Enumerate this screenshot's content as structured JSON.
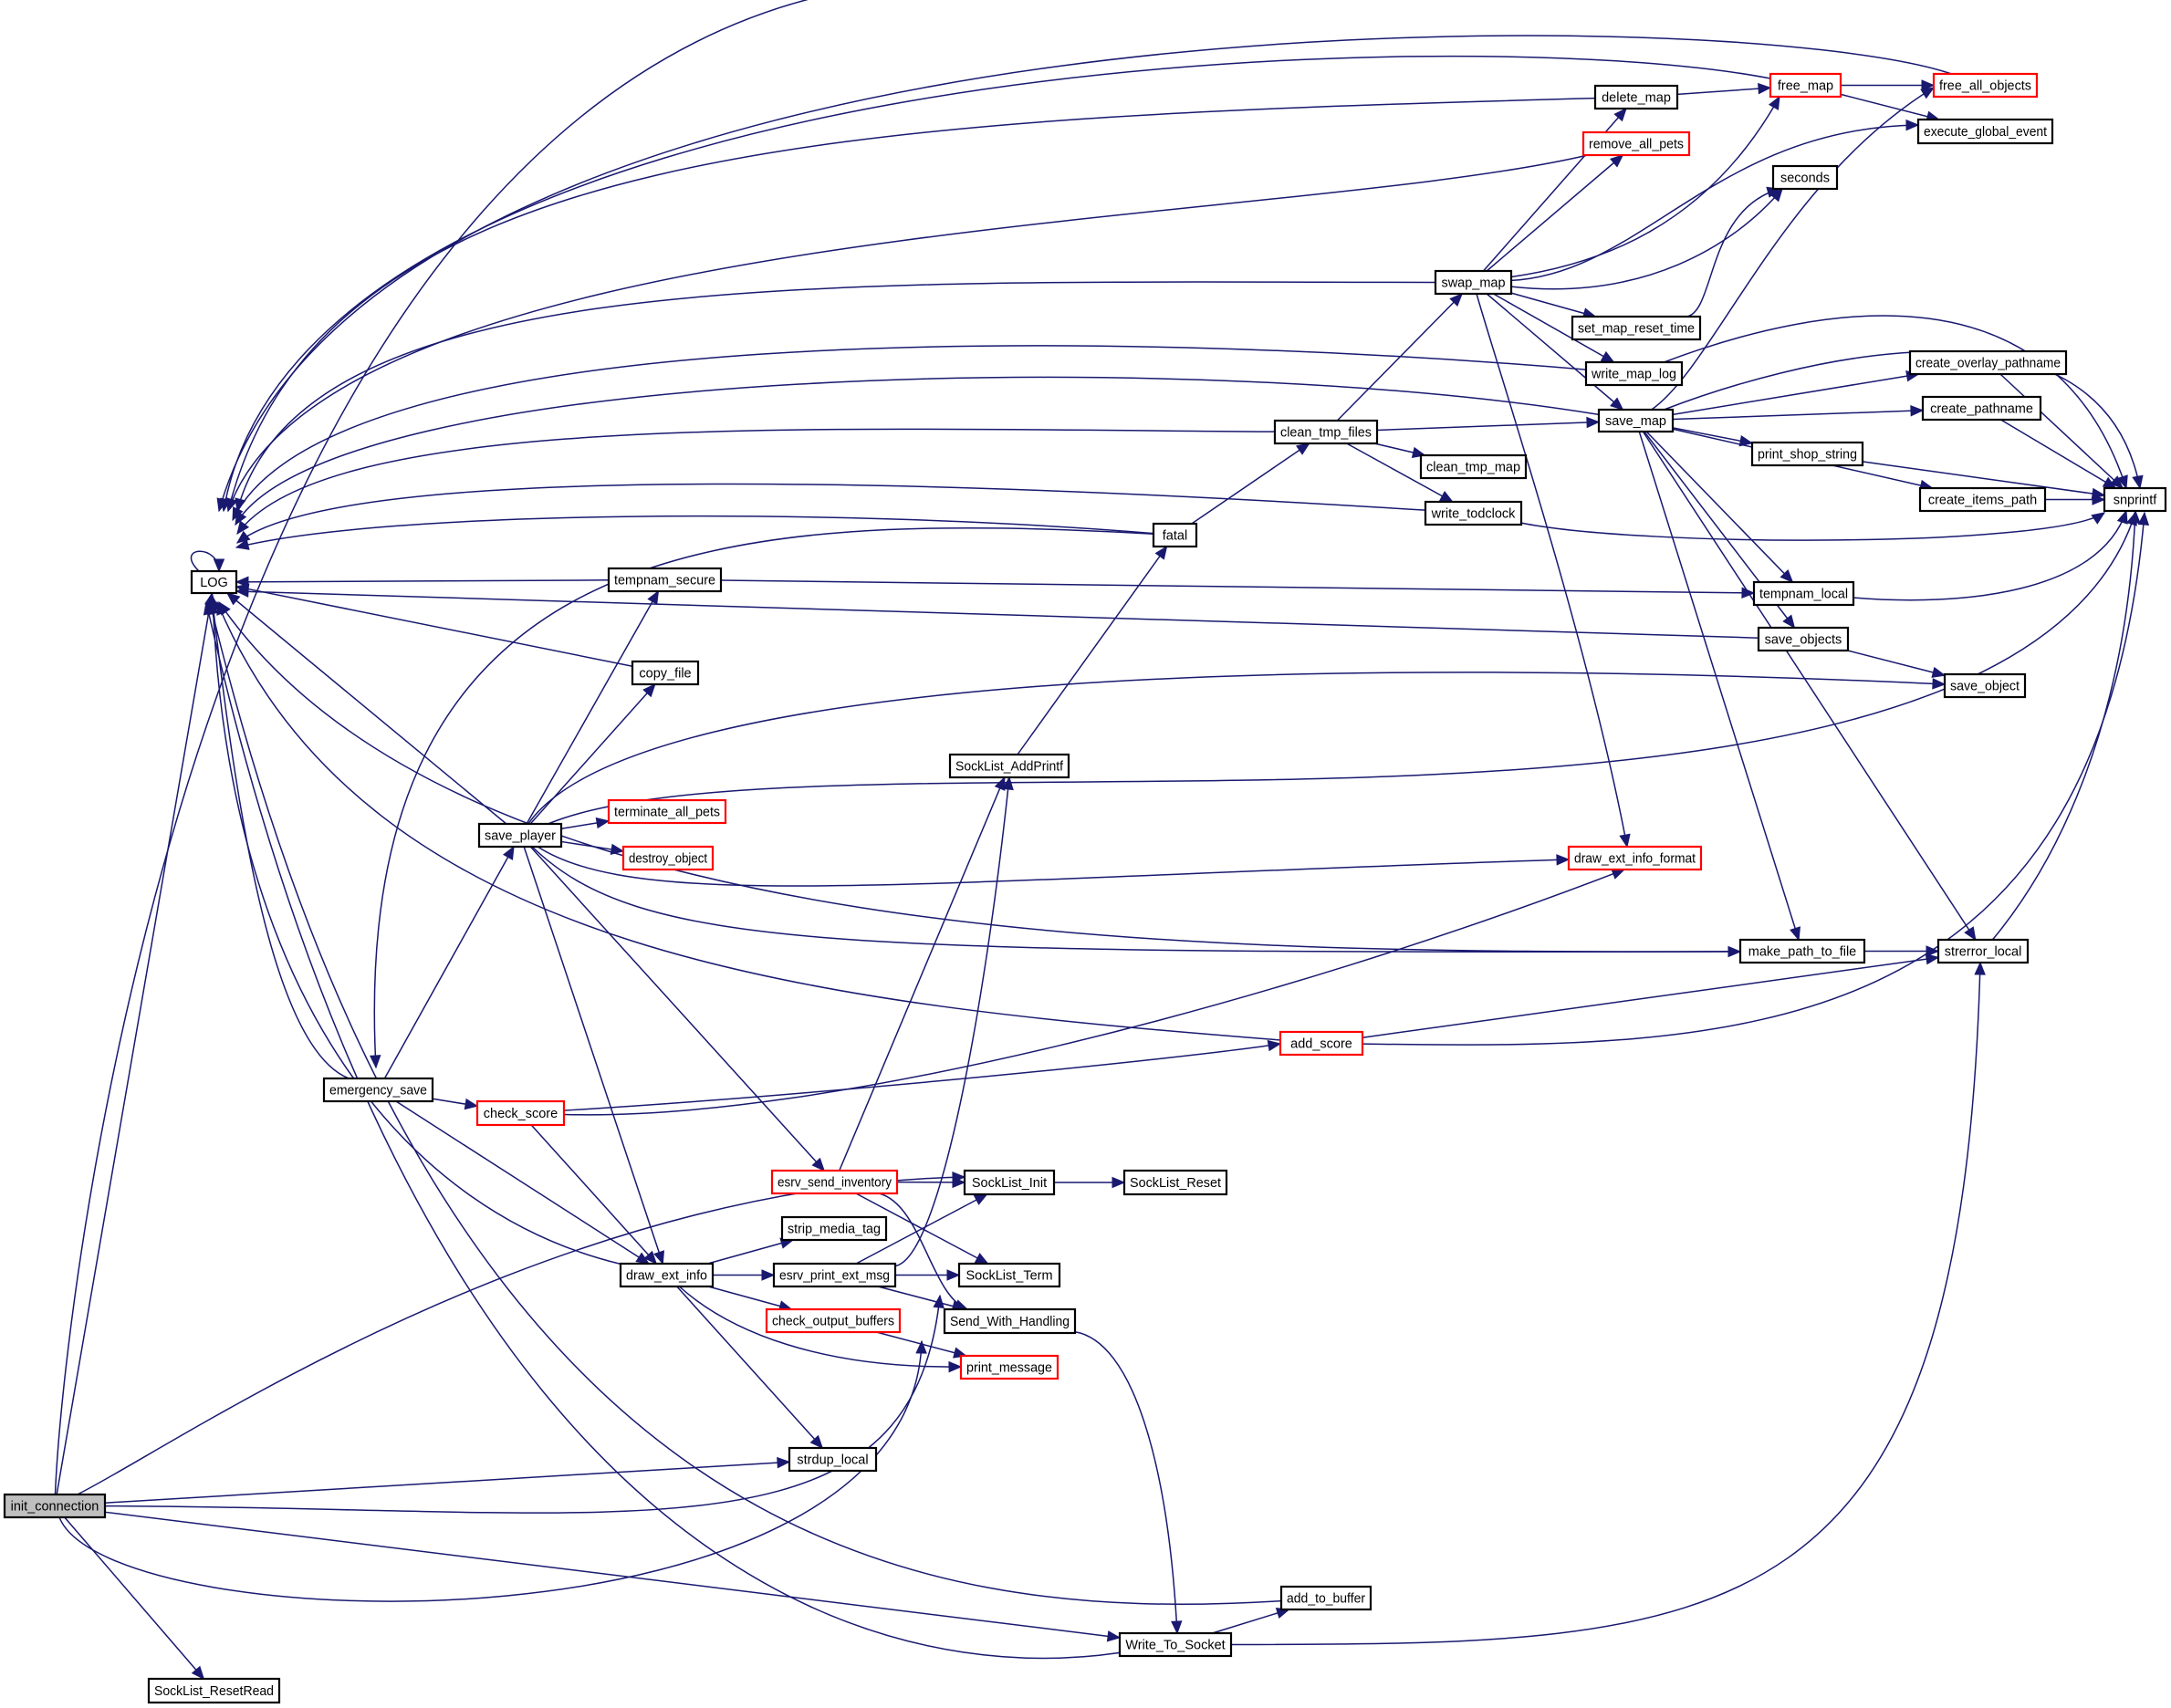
{
  "diagram": {
    "type": "call-graph",
    "root": "init_connection",
    "colors": {
      "edge": "#191970",
      "node_border": "#000000",
      "truncated_node_border": "#ff0000",
      "root_fill": "#bfbfbf",
      "node_fill": "#ffffff"
    },
    "nodes": [
      {
        "id": "LOG",
        "label": "LOG",
        "style": "normal"
      },
      {
        "id": "init_connection",
        "label": "init_connection",
        "style": "root"
      },
      {
        "id": "SockList_ResetRead",
        "label": "SockList_ResetRead",
        "style": "normal"
      },
      {
        "id": "delete_map",
        "label": "delete_map",
        "style": "normal"
      },
      {
        "id": "remove_all_pets",
        "label": "remove_all_pets",
        "style": "truncated"
      },
      {
        "id": "free_map",
        "label": "free_map",
        "style": "truncated"
      },
      {
        "id": "free_all_objects",
        "label": "free_all_objects",
        "style": "truncated"
      },
      {
        "id": "execute_global_event",
        "label": "execute_global_event",
        "style": "normal"
      },
      {
        "id": "seconds",
        "label": "seconds",
        "style": "normal"
      },
      {
        "id": "swap_map",
        "label": "swap_map",
        "style": "normal"
      },
      {
        "id": "set_map_reset_time",
        "label": "set_map_reset_time",
        "style": "normal"
      },
      {
        "id": "write_map_log",
        "label": "write_map_log",
        "style": "normal"
      },
      {
        "id": "save_map",
        "label": "save_map",
        "style": "normal"
      },
      {
        "id": "create_overlay_pathname",
        "label": "create_overlay_pathname",
        "style": "normal"
      },
      {
        "id": "create_pathname",
        "label": "create_pathname",
        "style": "normal"
      },
      {
        "id": "print_shop_string",
        "label": "print_shop_string",
        "style": "normal"
      },
      {
        "id": "create_items_path",
        "label": "create_items_path",
        "style": "normal"
      },
      {
        "id": "snprintf",
        "label": "snprintf",
        "style": "normal"
      },
      {
        "id": "clean_tmp_files",
        "label": "clean_tmp_files",
        "style": "normal"
      },
      {
        "id": "clean_tmp_map",
        "label": "clean_tmp_map",
        "style": "normal"
      },
      {
        "id": "write_todclock",
        "label": "write_todclock",
        "style": "normal"
      },
      {
        "id": "fatal",
        "label": "fatal",
        "style": "normal"
      },
      {
        "id": "tempnam_secure",
        "label": "tempnam_secure",
        "style": "normal"
      },
      {
        "id": "tempnam_local",
        "label": "tempnam_local",
        "style": "normal"
      },
      {
        "id": "copy_file",
        "label": "copy_file",
        "style": "normal"
      },
      {
        "id": "save_objects",
        "label": "save_objects",
        "style": "normal"
      },
      {
        "id": "save_object",
        "label": "save_object",
        "style": "normal"
      },
      {
        "id": "SockList_AddPrintf",
        "label": "SockList_AddPrintf",
        "style": "normal"
      },
      {
        "id": "save_player",
        "label": "save_player",
        "style": "normal"
      },
      {
        "id": "terminate_all_pets",
        "label": "terminate_all_pets",
        "style": "truncated"
      },
      {
        "id": "destroy_object",
        "label": "destroy_object",
        "style": "truncated"
      },
      {
        "id": "draw_ext_info_format",
        "label": "draw_ext_info_format",
        "style": "truncated"
      },
      {
        "id": "make_path_to_file",
        "label": "make_path_to_file",
        "style": "normal"
      },
      {
        "id": "strerror_local",
        "label": "strerror_local",
        "style": "normal"
      },
      {
        "id": "add_score",
        "label": "add_score",
        "style": "truncated"
      },
      {
        "id": "emergency_save",
        "label": "emergency_save",
        "style": "normal"
      },
      {
        "id": "check_score",
        "label": "check_score",
        "style": "truncated"
      },
      {
        "id": "esrv_send_inventory",
        "label": "esrv_send_inventory",
        "style": "truncated"
      },
      {
        "id": "SockList_Init",
        "label": "SockList_Init",
        "style": "normal"
      },
      {
        "id": "SockList_Reset",
        "label": "SockList_Reset",
        "style": "normal"
      },
      {
        "id": "strip_media_tag",
        "label": "strip_media_tag",
        "style": "normal"
      },
      {
        "id": "draw_ext_info",
        "label": "draw_ext_info",
        "style": "normal"
      },
      {
        "id": "esrv_print_ext_msg",
        "label": "esrv_print_ext_msg",
        "style": "normal"
      },
      {
        "id": "SockList_Term",
        "label": "SockList_Term",
        "style": "normal"
      },
      {
        "id": "check_output_buffers",
        "label": "check_output_buffers",
        "style": "truncated"
      },
      {
        "id": "Send_With_Handling",
        "label": "Send_With_Handling",
        "style": "normal"
      },
      {
        "id": "print_message",
        "label": "print_message",
        "style": "truncated"
      },
      {
        "id": "strdup_local",
        "label": "strdup_local",
        "style": "normal"
      },
      {
        "id": "add_to_buffer",
        "label": "add_to_buffer",
        "style": "normal"
      },
      {
        "id": "Write_To_Socket",
        "label": "Write_To_Socket",
        "style": "normal"
      }
    ],
    "edges": [
      [
        "LOG",
        "LOG"
      ],
      [
        "init_connection",
        "LOG"
      ],
      [
        "init_connection",
        "SockList_AddPrintf"
      ],
      [
        "init_connection",
        "SockList_Init"
      ],
      [
        "init_connection",
        "strdup_local"
      ],
      [
        "init_connection",
        "SockList_Term"
      ],
      [
        "init_connection",
        "Send_With_Handling"
      ],
      [
        "init_connection",
        "SockList_ResetRead"
      ],
      [
        "init_connection",
        "Write_To_Socket"
      ],
      [
        "swap_map",
        "LOG"
      ],
      [
        "swap_map",
        "delete_map"
      ],
      [
        "swap_map",
        "remove_all_pets"
      ],
      [
        "swap_map",
        "free_map"
      ],
      [
        "swap_map",
        "execute_global_event"
      ],
      [
        "swap_map",
        "seconds"
      ],
      [
        "swap_map",
        "set_map_reset_time"
      ],
      [
        "swap_map",
        "write_map_log"
      ],
      [
        "swap_map",
        "save_map"
      ],
      [
        "swap_map",
        "draw_ext_info_format"
      ],
      [
        "delete_map",
        "LOG"
      ],
      [
        "delete_map",
        "free_map"
      ],
      [
        "remove_all_pets",
        "LOG"
      ],
      [
        "free_map",
        "LOG"
      ],
      [
        "free_map",
        "free_all_objects"
      ],
      [
        "free_map",
        "execute_global_event"
      ],
      [
        "free_all_objects",
        "LOG"
      ],
      [
        "set_map_reset_time",
        "seconds"
      ],
      [
        "write_map_log",
        "LOG"
      ],
      [
        "write_map_log",
        "snprintf"
      ],
      [
        "save_map",
        "LOG"
      ],
      [
        "save_map",
        "free_all_objects"
      ],
      [
        "save_map",
        "snprintf"
      ],
      [
        "save_map",
        "create_overlay_pathname"
      ],
      [
        "save_map",
        "create_pathname"
      ],
      [
        "save_map",
        "print_shop_string"
      ],
      [
        "save_map",
        "create_items_path"
      ],
      [
        "save_map",
        "tempnam_local"
      ],
      [
        "save_map",
        "save_objects"
      ],
      [
        "save_map",
        "make_path_to_file"
      ],
      [
        "save_map",
        "strerror_local"
      ],
      [
        "create_overlay_pathname",
        "snprintf"
      ],
      [
        "create_pathname",
        "snprintf"
      ],
      [
        "print_shop_string",
        "snprintf"
      ],
      [
        "create_items_path",
        "snprintf"
      ],
      [
        "tempnam_local",
        "snprintf"
      ],
      [
        "clean_tmp_files",
        "LOG"
      ],
      [
        "clean_tmp_files",
        "swap_map"
      ],
      [
        "clean_tmp_files",
        "save_map"
      ],
      [
        "clean_tmp_files",
        "clean_tmp_map"
      ],
      [
        "clean_tmp_files",
        "write_todclock"
      ],
      [
        "write_todclock",
        "LOG"
      ],
      [
        "write_todclock",
        "snprintf"
      ],
      [
        "fatal",
        "LOG"
      ],
      [
        "fatal",
        "clean_tmp_files"
      ],
      [
        "fatal",
        "emergency_save"
      ],
      [
        "tempnam_secure",
        "LOG"
      ],
      [
        "tempnam_secure",
        "tempnam_local"
      ],
      [
        "copy_file",
        "LOG"
      ],
      [
        "save_objects",
        "LOG"
      ],
      [
        "save_objects",
        "save_object"
      ],
      [
        "SockList_AddPrintf",
        "fatal"
      ],
      [
        "save_player",
        "LOG"
      ],
      [
        "save_player",
        "tempnam_secure"
      ],
      [
        "save_player",
        "copy_file"
      ],
      [
        "save_player",
        "save_object"
      ],
      [
        "save_player",
        "snprintf"
      ],
      [
        "save_player",
        "terminate_all_pets"
      ],
      [
        "save_player",
        "destroy_object"
      ],
      [
        "save_player",
        "draw_ext_info_format"
      ],
      [
        "save_player",
        "make_path_to_file"
      ],
      [
        "save_player",
        "draw_ext_info"
      ],
      [
        "save_player",
        "esrv_send_inventory"
      ],
      [
        "make_path_to_file",
        "strerror_local"
      ],
      [
        "make_path_to_file",
        "LOG"
      ],
      [
        "strerror_local",
        "snprintf"
      ],
      [
        "add_score",
        "LOG"
      ],
      [
        "add_score",
        "strerror_local"
      ],
      [
        "add_score",
        "snprintf"
      ],
      [
        "emergency_save",
        "LOG"
      ],
      [
        "emergency_save",
        "save_player"
      ],
      [
        "emergency_save",
        "check_score"
      ],
      [
        "emergency_save",
        "draw_ext_info"
      ],
      [
        "check_score",
        "add_score"
      ],
      [
        "check_score",
        "draw_ext_info_format"
      ],
      [
        "check_score",
        "draw_ext_info"
      ],
      [
        "draw_ext_info",
        "LOG"
      ],
      [
        "draw_ext_info",
        "strip_media_tag"
      ],
      [
        "draw_ext_info",
        "esrv_print_ext_msg"
      ],
      [
        "draw_ext_info",
        "check_output_buffers"
      ],
      [
        "draw_ext_info",
        "print_message"
      ],
      [
        "draw_ext_info",
        "strdup_local"
      ],
      [
        "esrv_send_inventory",
        "SockList_AddPrintf"
      ],
      [
        "esrv_send_inventory",
        "SockList_Init"
      ],
      [
        "esrv_send_inventory",
        "SockList_Term"
      ],
      [
        "esrv_send_inventory",
        "Send_With_Handling"
      ],
      [
        "esrv_print_ext_msg",
        "SockList_AddPrintf"
      ],
      [
        "esrv_print_ext_msg",
        "SockList_Init"
      ],
      [
        "esrv_print_ext_msg",
        "SockList_Term"
      ],
      [
        "esrv_print_ext_msg",
        "Send_With_Handling"
      ],
      [
        "SockList_Init",
        "SockList_Reset"
      ],
      [
        "check_output_buffers",
        "print_message"
      ],
      [
        "Send_With_Handling",
        "Write_To_Socket"
      ],
      [
        "Write_To_Socket",
        "LOG"
      ],
      [
        "Write_To_Socket",
        "add_to_buffer"
      ],
      [
        "Write_To_Socket",
        "strerror_local"
      ],
      [
        "add_to_buffer",
        "LOG"
      ]
    ]
  }
}
